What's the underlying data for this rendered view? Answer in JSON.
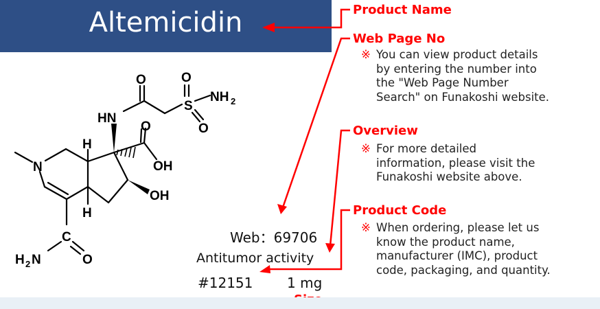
{
  "product_name": "Altemicidin",
  "labels": {
    "product_name": "Product Name",
    "web_page_no": "Web Page No",
    "overview": "Overview",
    "product_code": "Product Code",
    "size": "Size"
  },
  "notes": {
    "marker": "※",
    "web_page_no": [
      "You can view product details",
      "by entering the number into",
      "the \"Web Page Number",
      "Search\" on Funakoshi website."
    ],
    "overview": [
      "For more detailed",
      "information, please visit the",
      "Funakoshi website above."
    ],
    "product_code": [
      "When ordering, please let us",
      "know the product name,",
      "manufacturer (IMC), product",
      "code, packaging, and quantity."
    ]
  },
  "info": {
    "web": "Web：69706",
    "overview": "Antitumor activity",
    "code": "#12151",
    "size": "1 mg"
  },
  "structure_atoms": {
    "o_top_left": "O",
    "o_top_right": "O",
    "s": "S",
    "nh2_top": "NH",
    "nh2_top_sub": "2",
    "o_s_right": "O",
    "hn": "HN",
    "o_acid": "O",
    "oh_acid": "OH",
    "h_top": "H",
    "n_ring": "N",
    "oh_ring": "OH",
    "h_bottom": "H",
    "c_amide": "C",
    "o_amide": "O",
    "h2n": "H",
    "h2n_sub": "2",
    "h2n_n": "N"
  },
  "colors": {
    "banner": "#2e4f86",
    "accent": "#ff0000",
    "footer": "#e9f0f6"
  }
}
